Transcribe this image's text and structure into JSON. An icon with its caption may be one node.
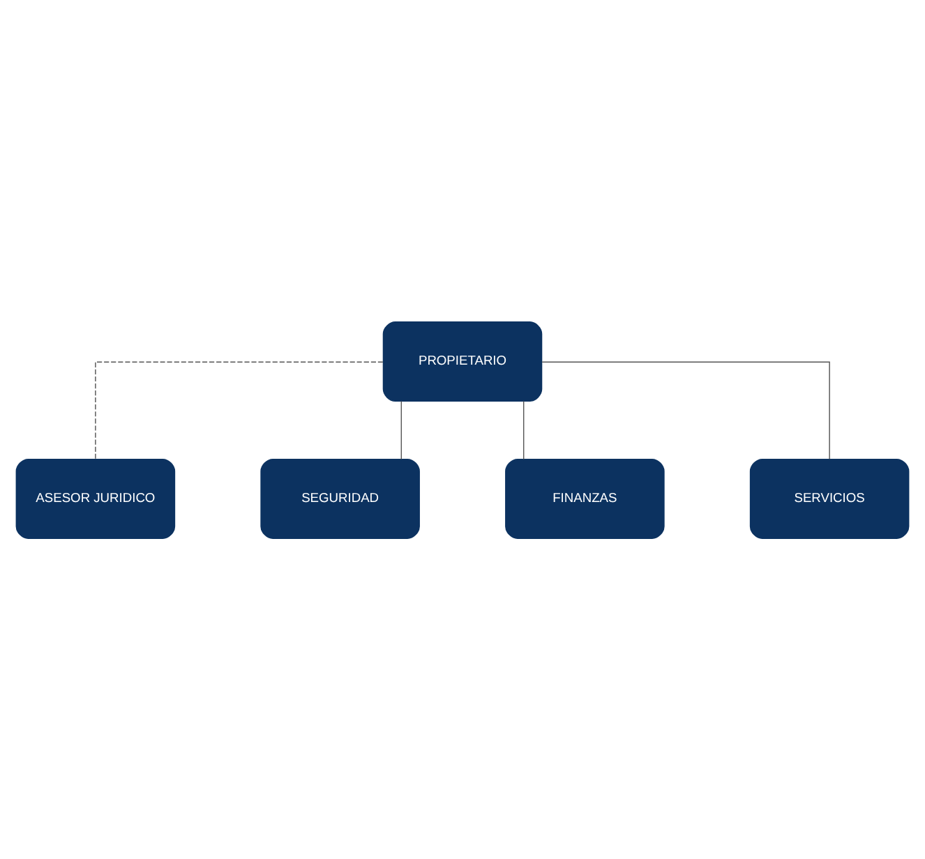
{
  "diagram": {
    "nodes": [
      {
        "text": [
          "PROPIETARIO"
        ]
      },
      {
        "text": [
          "ASESOR JURIDICO"
        ]
      },
      {
        "text": [
          "SEGURIDAD"
        ]
      },
      {
        "text": [
          "FINANZAS"
        ]
      },
      {
        "text": [
          "SERVICIOS"
        ]
      }
    ],
    "edges": [
      {
        "from": 0,
        "to": 1,
        "arrow": "none",
        "style": "dashed"
      },
      {
        "from": 0,
        "to": 2,
        "arrow": "none"
      },
      {
        "from": 0,
        "to": 3,
        "arrow": "none"
      },
      {
        "from": 0,
        "to": 4,
        "arrow": "none"
      }
    ]
  }
}
